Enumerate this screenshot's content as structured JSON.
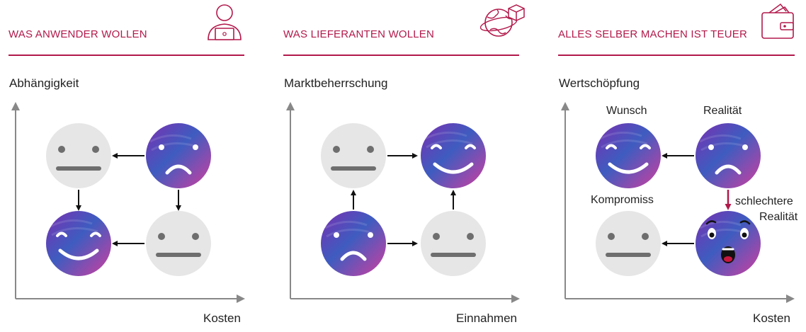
{
  "colors": {
    "accent": "#b2194b",
    "axis": "#888888",
    "neutral_face": "#e6e6e6",
    "neutral_feature": "#6e6e6e",
    "gradient": [
      "#6e2fb8",
      "#3d5fbf",
      "#c43ea5"
    ]
  },
  "panels": [
    {
      "title": "WAS ANWENDER WOLLEN",
      "icon": "person-laptop-icon",
      "ylabel": "Abhängigkeit",
      "xlabel": "Kosten",
      "faces": [
        {
          "position": "top-left",
          "mood": "neutral",
          "style": "gray"
        },
        {
          "position": "top-right",
          "mood": "sad",
          "style": "gradient"
        },
        {
          "position": "bottom-left",
          "mood": "happy",
          "style": "gradient"
        },
        {
          "position": "bottom-right",
          "mood": "neutral",
          "style": "gray"
        }
      ],
      "arrows": [
        "top-right → top-left",
        "top-left → bottom-left",
        "top-right → bottom-right",
        "bottom-right → bottom-left"
      ]
    },
    {
      "title": "WAS LIEFERANTEN WOLLEN",
      "icon": "globe-package-icon",
      "ylabel": "Marktbeherrschung",
      "xlabel": "Einnahmen",
      "faces": [
        {
          "position": "top-left",
          "mood": "neutral",
          "style": "gray"
        },
        {
          "position": "top-right",
          "mood": "happy",
          "style": "gradient"
        },
        {
          "position": "bottom-left",
          "mood": "sad",
          "style": "gradient"
        },
        {
          "position": "bottom-right",
          "mood": "neutral",
          "style": "gray"
        }
      ],
      "arrows": [
        "top-left → top-right",
        "bottom-left → top-left",
        "bottom-left → bottom-right",
        "bottom-right → top-right"
      ]
    },
    {
      "title": "ALLES SELBER MACHEN IST TEUER",
      "icon": "wallet-icon",
      "ylabel": "Wertschöpfung",
      "xlabel": "Kosten",
      "labels": {
        "wish": "Wunsch",
        "reality": "Realität",
        "compromise": "Kompromiss",
        "worse_line1": "schlechtere",
        "worse_line2": "Realität"
      },
      "faces": [
        {
          "position": "top-left",
          "mood": "happy",
          "style": "gradient"
        },
        {
          "position": "top-right",
          "mood": "sad",
          "style": "gradient"
        },
        {
          "position": "bottom-left",
          "mood": "neutral",
          "style": "gray"
        },
        {
          "position": "bottom-right",
          "mood": "shocked",
          "style": "gradient"
        }
      ],
      "arrows": [
        "top-right → top-left",
        "top-right → bottom-right (red)",
        "bottom-right → bottom-left"
      ]
    }
  ]
}
